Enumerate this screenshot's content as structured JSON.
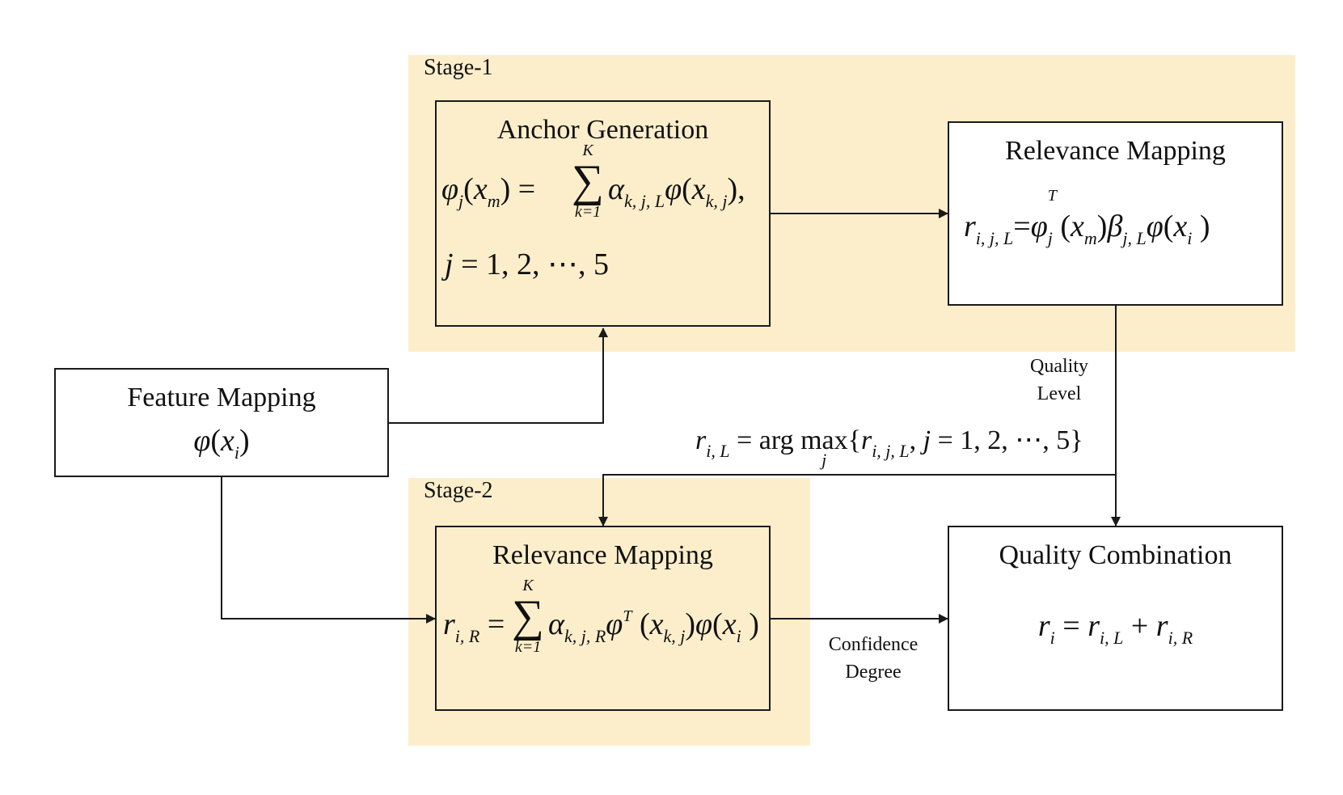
{
  "stages": [
    {
      "label": "Stage-1"
    },
    {
      "label": "Stage-2"
    }
  ],
  "nodes": {
    "anchor_generation": {
      "title": "Anchor Generation",
      "formula_line1": "φj(xm) = Σ_{k=1}^{K} αk,j,L φ(xk,j),",
      "formula_line2": "j = 1, 2, ⋯, 5"
    },
    "relevance_mapping_stage1": {
      "title": "Relevance Mapping",
      "formula": "ri,j,L = φj^T(xm) βj,L φ(xi)"
    },
    "feature_mapping": {
      "title": "Feature Mapping",
      "formula": "φ(xi)"
    },
    "relevance_mapping_stage2": {
      "title": "Relevance Mapping",
      "formula": "ri,R = Σ_{k=1}^{K} αk,j,R φ^T(xk,j) φ(xi)"
    },
    "quality_combination": {
      "title": "Quality Combination",
      "formula": "ri = ri,L + ri,R"
    }
  },
  "edge_labels": {
    "quality_level": [
      "Quality",
      "Level"
    ],
    "argmax_formula": "ri,L = arg max_j {ri,j,L, j = 1, 2, ⋯, 5}",
    "confidence_degree": [
      "Confidence",
      "Degree"
    ]
  },
  "colors": {
    "stage_fill": "#fdeecb",
    "stroke": "#1a1a1a",
    "box_fill": "#ffffff"
  }
}
